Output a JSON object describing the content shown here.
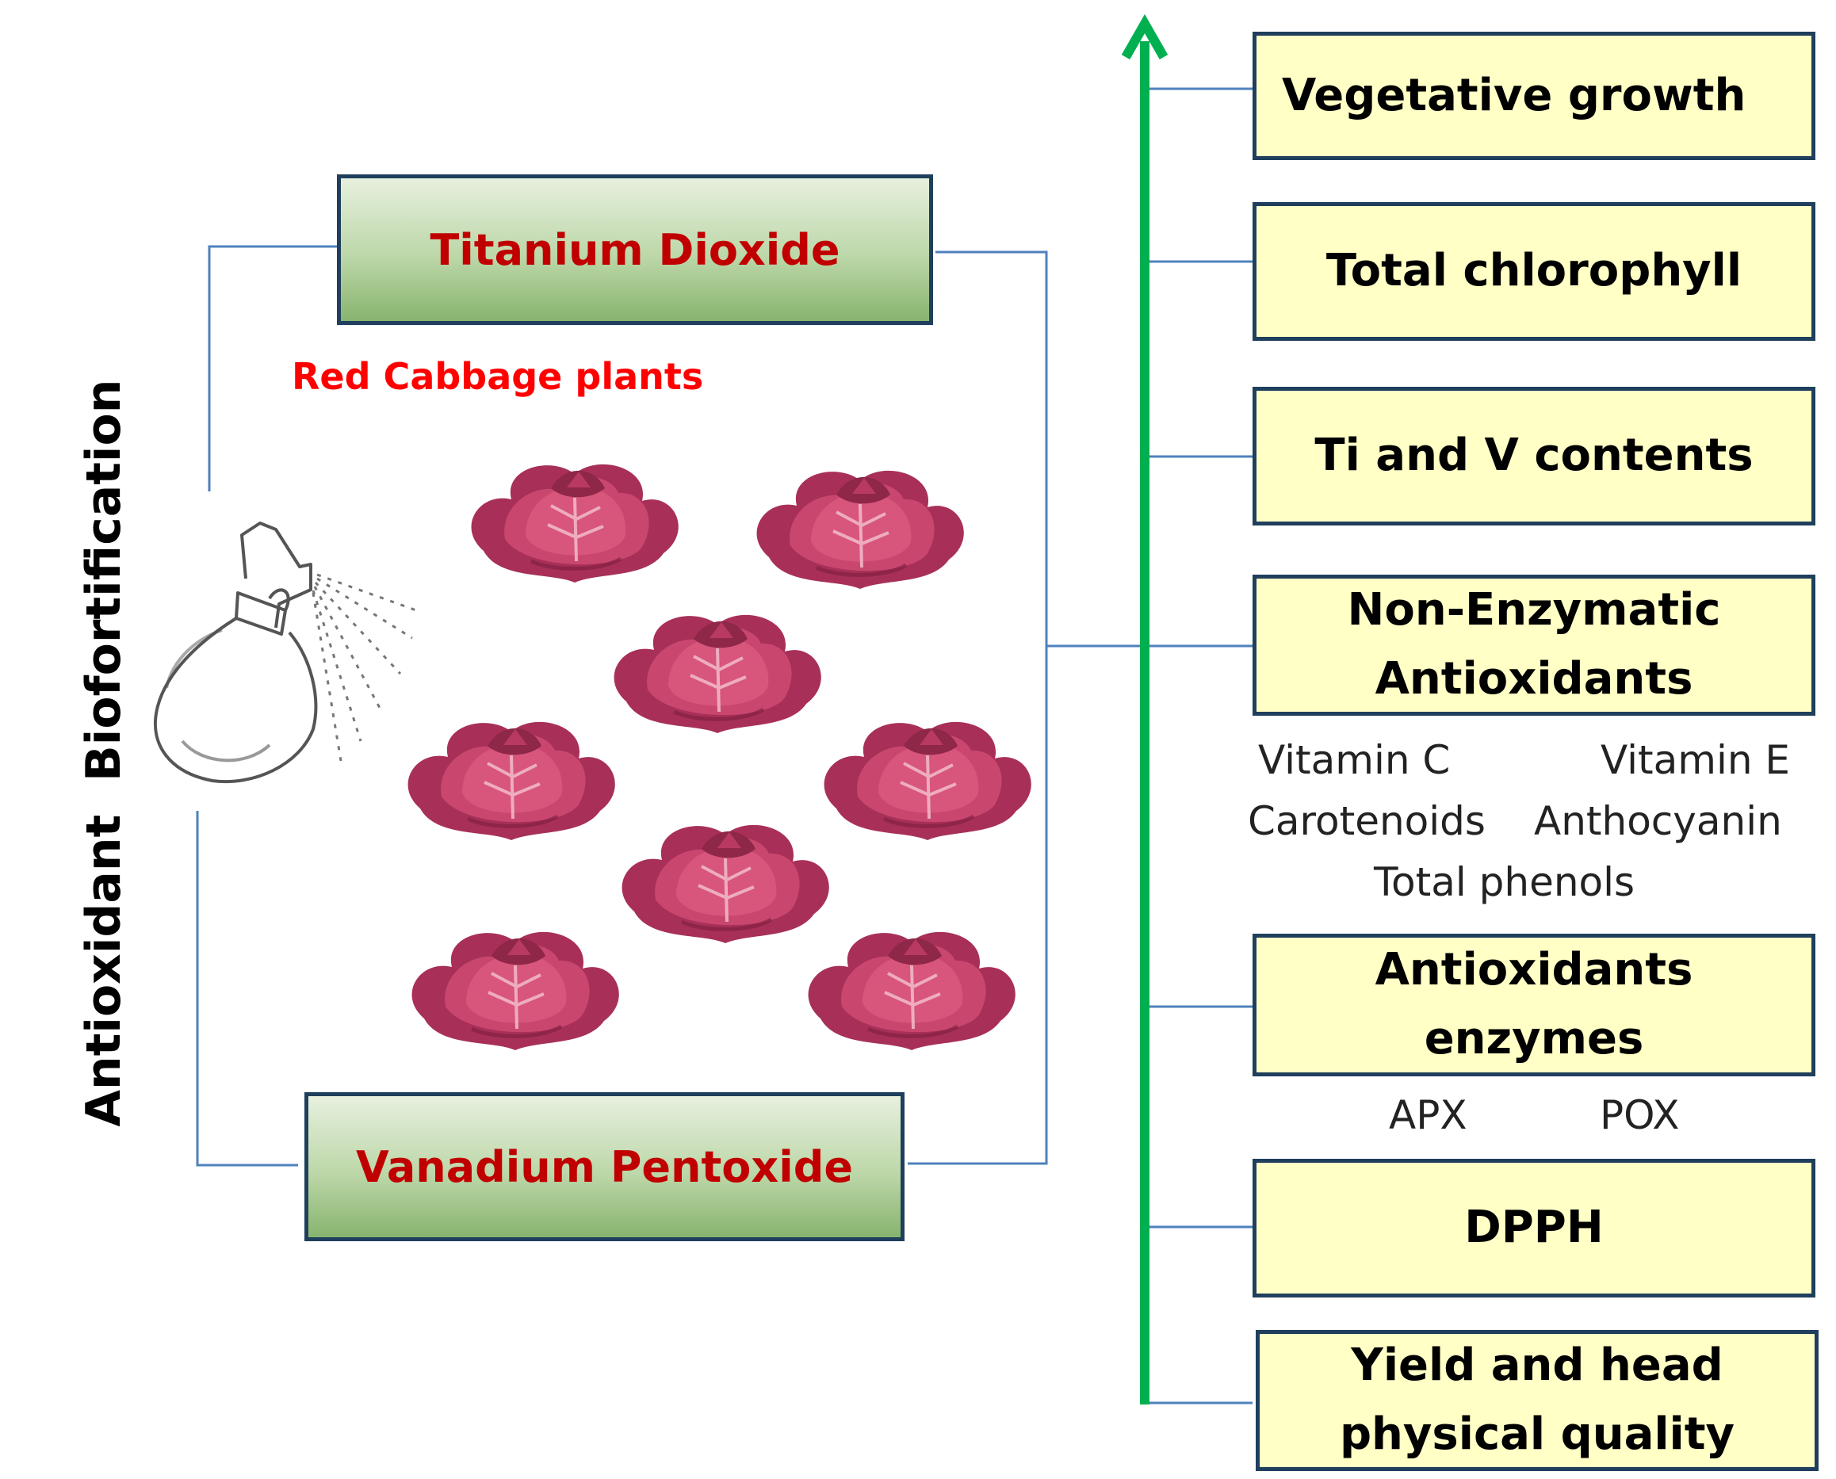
{
  "side_title": "Antioxidant  Biofortification",
  "treatments": {
    "top": "Titanium Dioxide",
    "bottom": "Vanadium Pentoxide"
  },
  "plants_label": "Red Cabbage plants",
  "icons": [
    "spray-bottle-icon",
    "red-cabbage-icon"
  ],
  "colors": {
    "arrow": "#00b050",
    "treatment_text": "#c00000",
    "plants_label": "#ff0000",
    "outcome_box_fill": "#ffffc6"
  },
  "outcomes": [
    {
      "label": "Vegetative growth"
    },
    {
      "label": "Total chlorophyll"
    },
    {
      "label": "Ti and V contents"
    },
    {
      "label": "Non-Enzymatic Antioxidants",
      "sub": [
        "Vitamin C",
        "Vitamin E",
        "Carotenoids",
        "Anthocyanin",
        "Total phenols"
      ]
    },
    {
      "label": "Antioxidants enzymes",
      "sub": [
        "APX",
        "POX"
      ]
    },
    {
      "label": "DPPH"
    },
    {
      "label": "Yield and head physical quality"
    }
  ]
}
